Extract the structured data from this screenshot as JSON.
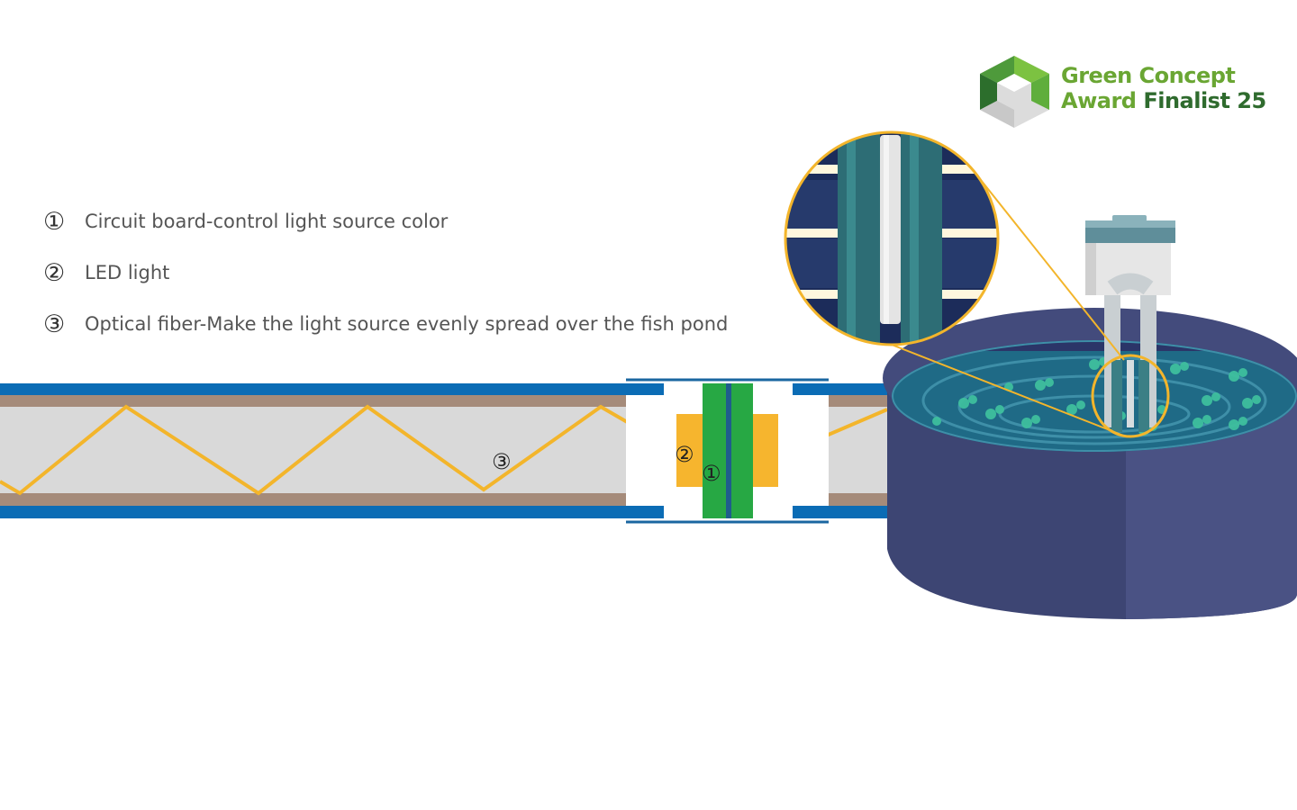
{
  "award": {
    "line1": "Green  Concept",
    "line2_a": "Award",
    "line2_b": "Finalist 25"
  },
  "legend": {
    "items": [
      {
        "num": "①",
        "label": "Circuit board-control light source color"
      },
      {
        "num": "②",
        "label": "LED light"
      },
      {
        "num": "③",
        "label": "Optical fiber-Make the light source evenly spread over the fish pond"
      }
    ]
  },
  "markers": {
    "circuit_board": "①",
    "led": "②",
    "fiber": "③"
  },
  "colors": {
    "tube_blue": "#0b6cb5",
    "tube_brown": "#a58b7a",
    "tube_core": "#d9d9d9",
    "fiber_yellow": "#f3b52b",
    "board_green": "#27a844",
    "led_orange": "#f6b52e",
    "pond_navy": "#3d4573",
    "water_teal": "#1f6a86",
    "award_light_green": "#6aa633",
    "award_dark_green": "#2f6b2e"
  }
}
